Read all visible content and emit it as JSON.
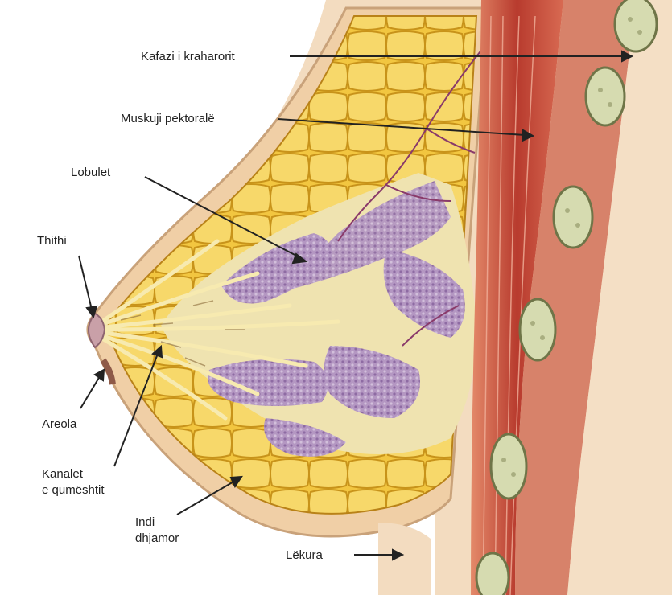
{
  "labels": {
    "rib_cage": "Kafazi i kraharorit",
    "pectoral_muscle": "Muskuji pektoralë",
    "lobules": "Lobulet",
    "nipple": "Thithi",
    "areola": "Areola",
    "milk_ducts_line1": "Kanalet",
    "milk_ducts_line2": "e qumështit",
    "fat_line1": "Indi",
    "fat_line2": "dhjamor",
    "skin": "Lëkura"
  },
  "colors": {
    "background": "#ffffff",
    "skin_outer": "#f3d9b6",
    "fat": "#f0c23c",
    "fat_lobule_edge": "#c8931a",
    "muscle": "#c24a3a",
    "muscle_light": "#e07a5e",
    "rib": "#cdd4a8",
    "rib_edge": "#7a8050",
    "lobule_tissue": "#a88ab8",
    "duct": "#f6e6a0",
    "arrow": "#222222",
    "vessel": "#8a3a6a"
  }
}
